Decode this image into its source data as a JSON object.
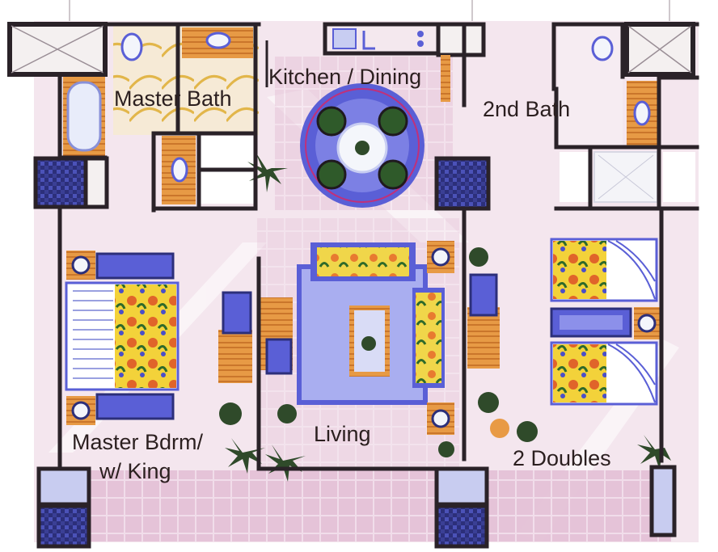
{
  "floor_plan": {
    "labels": {
      "master_bath": "Master Bath",
      "kitchen_dining": "Kitchen / Dining",
      "second_bath": "2nd Bath",
      "master_bedroom_line1": "Master Bdrm/",
      "master_bedroom_line2": "w/ King",
      "living": "Living",
      "two_doubles": "2 Doubles"
    },
    "colors": {
      "wall": "#2a2228",
      "floor": "#f4e6ee",
      "tile": "#e2c2d6",
      "furniture_blue": "#5a5fd6",
      "window_navy": "#2c2f7a",
      "wood": "#d98a3a",
      "plant": "#2f4a2a",
      "fixture": "#f3f5fb"
    }
  }
}
